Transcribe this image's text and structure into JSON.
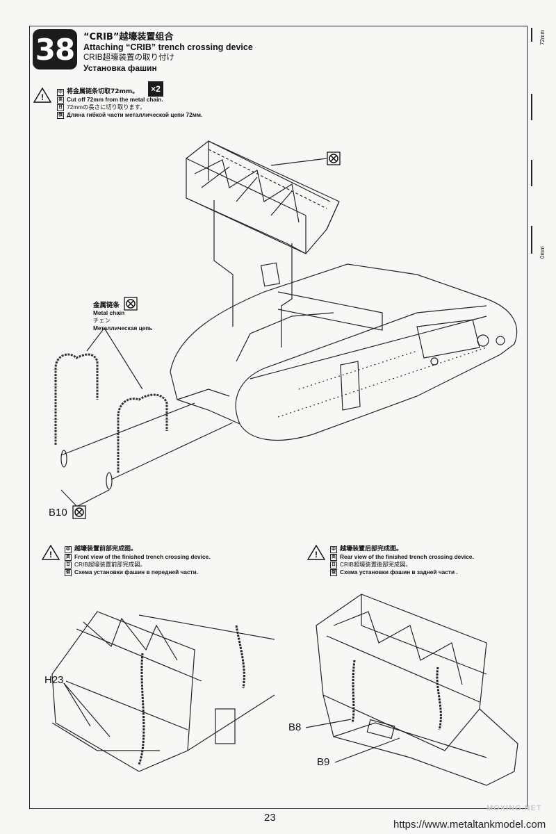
{
  "step": {
    "number": "38"
  },
  "title": {
    "zh": "“CRIB”越壕装置组合",
    "en": "Attaching “CRIB” trench crossing device",
    "ja": "CRIB超壕装置の取り付け",
    "ru": "Установка фашин"
  },
  "ruler": {
    "top_label": "72mm",
    "bottom_label": "0mm"
  },
  "note_cut": {
    "zh": "将金属链条切取72mm。",
    "en": "Cut off 72mm from the metal chain.",
    "ja": "72mmの長さに切り取ります。",
    "ru": "Длина гибкой части металлической цепи 72мм.",
    "multiplier": "×2"
  },
  "chain_callout": {
    "zh": "金属链条",
    "en": "Metal chain",
    "ja": "チェン",
    "ru": "Металлическая цепь"
  },
  "parts": {
    "b10": "B10",
    "h23": "H23",
    "b8": "B8",
    "b9": "B9"
  },
  "note_front": {
    "zh": "越壕装置前部完成图。",
    "en": "Front view of the finished trench crossing device.",
    "ja": "CRIB超壕装置前部完成図。",
    "ru": "Схема установки фашин в передней части."
  },
  "note_rear": {
    "zh": "越壕装置后部完成图。",
    "en": "Rear view of the finished trench crossing device.",
    "ja": "CRIB超壕装置後部完成図。",
    "ru": "Схема установки фашин в задней части ."
  },
  "page_number": "23",
  "watermark": {
    "url": "https://www.metaltankmodel.com",
    "brand": "MOXING.NET"
  },
  "language_flags": [
    "中",
    "英",
    "日",
    "俄"
  ],
  "icons": [
    "warning-icon",
    "do-not-glue-icon",
    "flag-icon"
  ]
}
